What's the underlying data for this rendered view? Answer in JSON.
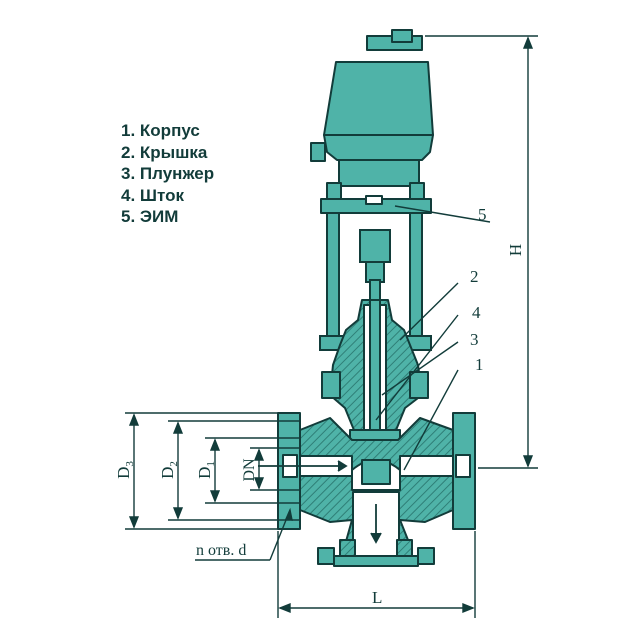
{
  "legend": [
    {
      "num": "1.",
      "text": "Корпус"
    },
    {
      "num": "2.",
      "text": "Крышка"
    },
    {
      "num": "3.",
      "text": "Плунжер"
    },
    {
      "num": "4.",
      "text": "Шток"
    },
    {
      "num": "5.",
      "text": "ЭИМ"
    }
  ],
  "callouts": {
    "c1": "1",
    "c2": "2",
    "c3": "3",
    "c4": "4",
    "c5": "5"
  },
  "dimensions": {
    "H": "H",
    "L": "L",
    "D3": {
      "main": "D",
      "sub": "3"
    },
    "D2": {
      "main": "D",
      "sub": "2"
    },
    "D1": {
      "main": "D",
      "sub": "1"
    },
    "DN": "DN",
    "holes": "n отв. d"
  },
  "colors": {
    "body": "#4fb3a8",
    "line": "#123c3a",
    "hatch": "#2f7f77",
    "background": "#ffffff"
  }
}
